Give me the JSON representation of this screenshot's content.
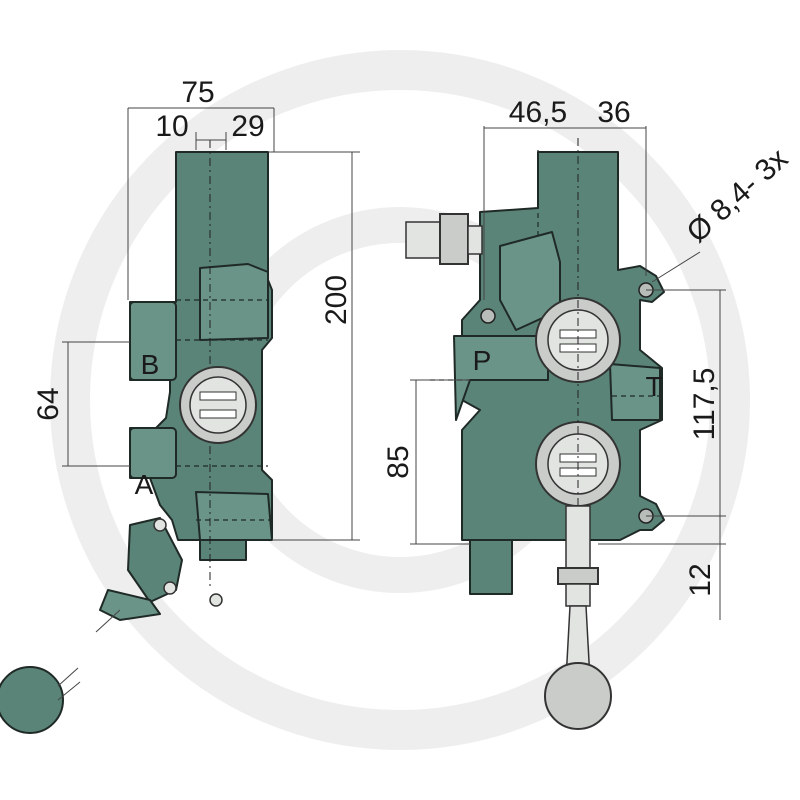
{
  "side_view": {
    "dim_total_width": "75",
    "dim_left": "10",
    "dim_right": "29",
    "dim_height": "200",
    "dim_port_spacing": "64",
    "port_b": "B",
    "port_a": "A"
  },
  "front_view": {
    "dim_left": "46,5",
    "dim_right": "36",
    "dim_holes": "Ø 8,4- 3x",
    "dim_hole_spacing": "117,5",
    "dim_inlet_height": "85",
    "dim_lever_offset": "12",
    "port_p": "P",
    "port_t": "T"
  },
  "colors": {
    "body": "#5b8478",
    "watermark": "#eeeeee",
    "metal": "#c9ccc9"
  }
}
